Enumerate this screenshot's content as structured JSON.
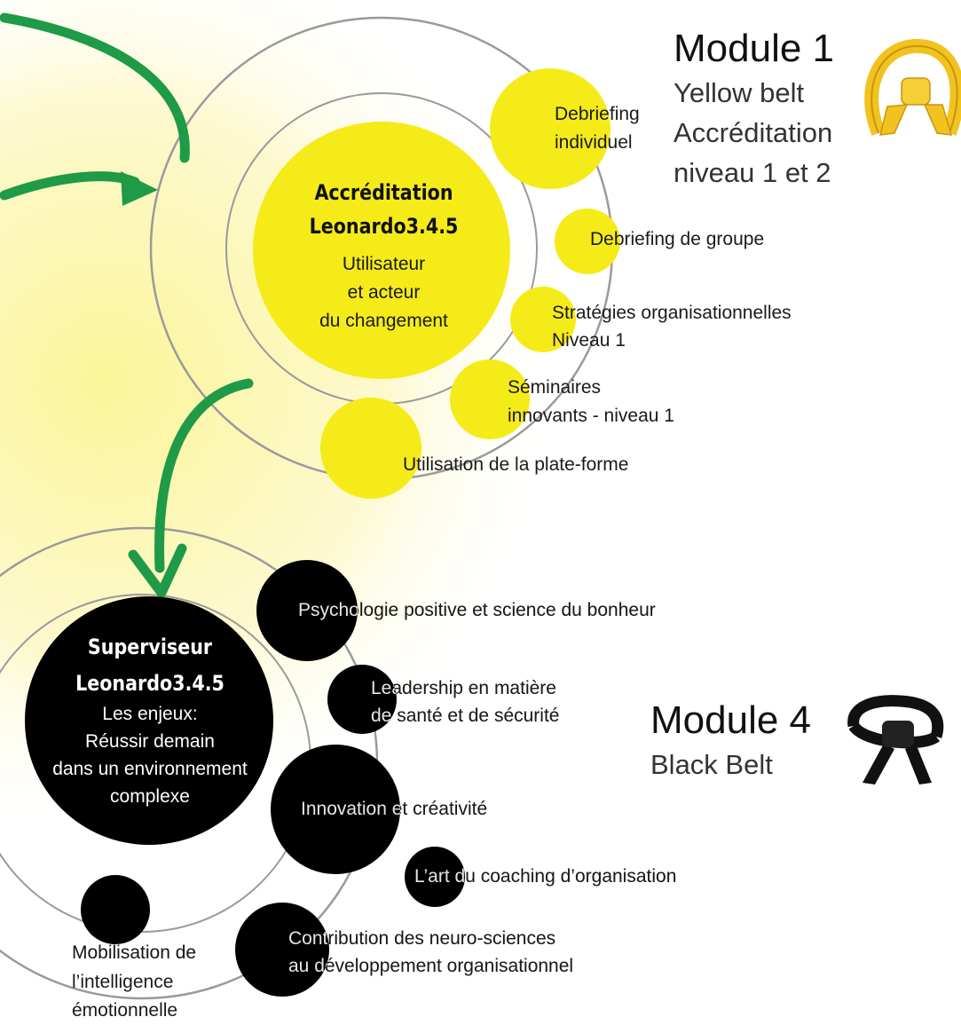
{
  "module1": {
    "title": "Module 1",
    "lines": [
      "Yellow belt",
      "Accréditation",
      "niveau 1 et 2"
    ],
    "belt_icon": "yellow-belt-icon",
    "belt_color": "#f2c21f"
  },
  "module4": {
    "title": "Module 4",
    "lines": [
      "Black Belt"
    ],
    "belt_icon": "black-belt-icon",
    "belt_color": "#111111"
  },
  "accreditation": {
    "title_lines": [
      "Accréditation",
      "Leonardo3.4.5"
    ],
    "subtitle_lines": [
      "Utilisateur",
      "et acteur",
      "du changement"
    ],
    "color": "#f5eb19",
    "items": [
      {
        "lines": [
          "Debriefing",
          "individuel"
        ]
      },
      {
        "lines": [
          "Debriefing de groupe"
        ]
      },
      {
        "lines": [
          "Stratégies organisationnelles",
          "Niveau 1"
        ]
      },
      {
        "lines": [
          "Séminaires",
          "innovants - niveau 1"
        ]
      },
      {
        "lines": [
          "Utilisation de la plate-forme"
        ]
      }
    ]
  },
  "superviseur": {
    "title_lines": [
      "Superviseur",
      "Leonardo3.4.5"
    ],
    "subtitle_lines": [
      "Les enjeux:",
      "Réussir demain",
      "dans un environnement",
      "complexe"
    ],
    "color": "#000000",
    "items": [
      {
        "lines": [
          "Psychologie positive et science du bonheur"
        ]
      },
      {
        "lines": [
          "Leadership en matière",
          "de santé et de sécurité"
        ]
      },
      {
        "lines": [
          "Innovation et créativité"
        ]
      },
      {
        "lines": [
          "L’art du coaching d’organisation"
        ]
      },
      {
        "lines": [
          "Contribution des neuro-sciences",
          "au développement organisationnel"
        ]
      },
      {
        "lines": [
          "Mobilisation de",
          "l’intelligence",
          "émotionnelle"
        ]
      }
    ]
  },
  "colors": {
    "arrow": "#1f9a46",
    "orbit": "#9a9a9a",
    "glow": "#fdf9c8"
  }
}
